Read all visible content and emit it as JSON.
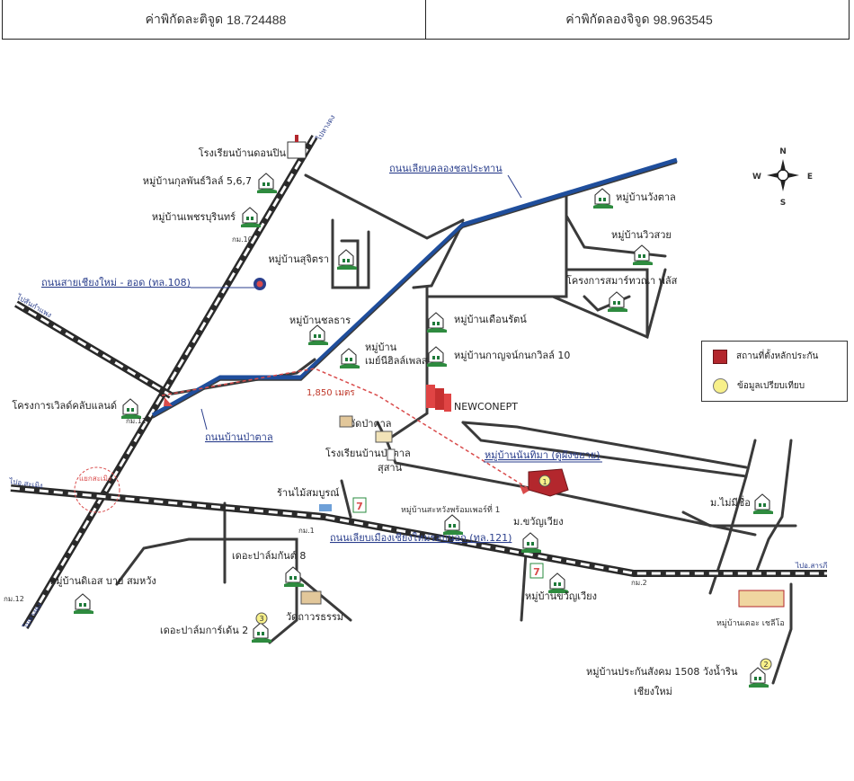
{
  "coordinates": {
    "latitude_label": "ค่าพิกัดละติจูด",
    "latitude_value": "18.724488",
    "longitude_label": "ค่าพิกัดลองจิจูด",
    "longitude_value": "98.963545"
  },
  "compass": {
    "n": "N",
    "s": "S",
    "e": "E",
    "w": "W"
  },
  "legend": {
    "subject": "สถานที่ตั้งหลักประกัน",
    "comparable": "ข้อมูลเปรียบเทียบ"
  },
  "roads": {
    "chiangmai_hot": "ถนนสายเชียงใหม่ - ฮอด (ทล.108)",
    "liab_canal": "ถนนเลียบคลองชลประทาน",
    "ban_pa_tan": "ถนนบ้านป่าตาล",
    "outer_ring": "ถนนเลียบเมืองเชียงใหม่รอบนอก (ทล.121)"
  },
  "edges": {
    "top": "ไปหางดง",
    "left_upper": "ไปสันกำแพง",
    "left_main": "ไปอ.สะเมิง",
    "bottom_left": "ไปหางดง",
    "right": "ไปอ.สารภี",
    "junction": "แยกสะเมิง"
  },
  "places": {
    "school_don_pin": "โรงเรียนบ้านดอนปิน",
    "kulphan": "หมู่บ้านกุลพันธ์วิลล์ 5,6,7",
    "petchburin": "หมู่บ้านเพชรบุรินทร์",
    "km10": "กม.10",
    "suchitra": "หมู่บ้านสุจิตรา",
    "chontharn": "หมู่บ้านชลธาร",
    "myli1": "หมู่บ้าน",
    "myli2": "เมย์นีฮิลล์เพลส",
    "distance": "1,850 เมตร",
    "world_club": "โครงการเวิลด์คลับแลนด์",
    "km11": "กม.11",
    "wat_pa_tan": "วัดป่าตาล",
    "school_pa_tan": "โรงเรียนบ้านป่าตาล",
    "cemetery": "สุสาน",
    "duean_rat": "หมู่บ้านเดือนรัตน์",
    "kanchanakorn": "หมู่บ้านกาญจน์กนกวิลล์ 10",
    "newconept": "NEWCONEPT",
    "wang_tan": "หมู่บ้านวังตาล",
    "wiw_suay": "หมู่บ้านวิวสวย",
    "smart_plus": "โครงการสมาร์ทวณา พลัส",
    "nanthima": "หมู่บ้านนันทิมา (ดูผังขยาย)",
    "subject_num": "1",
    "mai_mee_chue": "ม.ไม่มีชื่อ",
    "plant_shop": "ร้านไม้สมบูรณ์",
    "km1": "กม.1",
    "sawang": "หมู่บ้านสะหวังพร้อมเพอร์ที่ 1",
    "khwan_wiang_short": "ม.ขวัญเวียง",
    "the_palm8": "เดอะปาล์มกันต์ 8",
    "km2": "กม.2",
    "khwan_wiang": "หมู่บ้านขวัญเวียง",
    "wat_dao": "วัดถาวรธรรม",
    "tsb": "หมู่บ้านดิเอส บาย สมหวัง",
    "km12": "กม.12",
    "palm_garden2": "เดอะปาล์มการ์เด้น 2",
    "comp3": "3",
    "the_cello": "หมู่บ้านเดอะ เชลีโอ",
    "sso1": "หมู่บ้านประกันสังคม 1508 วังน้ำริน",
    "sso2": "เชียงใหม่",
    "comp2": "2"
  },
  "colors": {
    "canal_road": "#1f4e9c",
    "main_road": "#3a3a3a",
    "route": "#d94b4b",
    "legend_subject": "#b3272d",
    "legend_comp": "#f7f08a"
  }
}
